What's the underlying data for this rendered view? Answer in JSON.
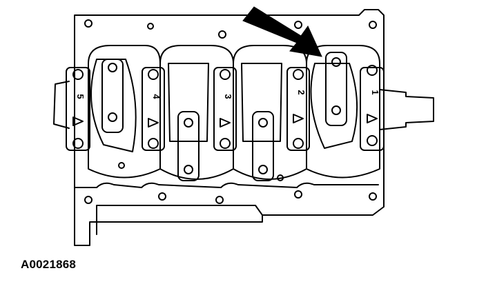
{
  "figure": {
    "caption": "A0021868",
    "cap_labels": [
      "5",
      "4",
      "3",
      "2",
      "1"
    ]
  },
  "colors": {
    "ink": "#000000",
    "paper": "#ffffff"
  },
  "icons": {
    "arrow": "arrow-icon"
  }
}
